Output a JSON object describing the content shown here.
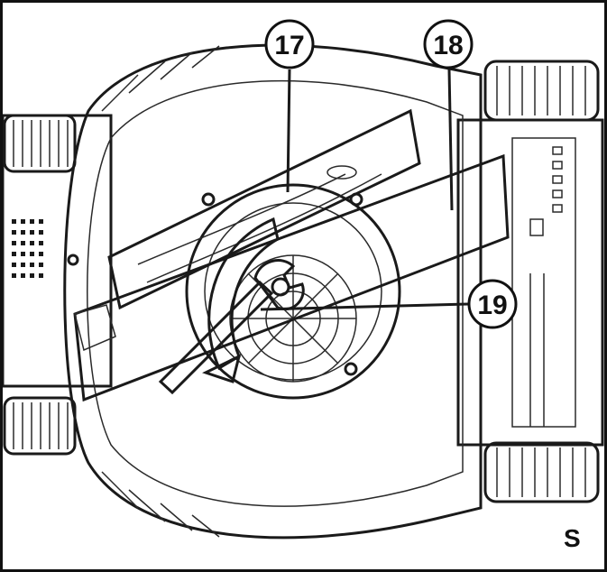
{
  "figure": {
    "panel_label": "S",
    "callouts": [
      {
        "id": "callout-17",
        "number": "17"
      },
      {
        "id": "callout-18",
        "number": "18"
      },
      {
        "id": "callout-19",
        "number": "19"
      }
    ]
  },
  "colors": {
    "line": "#1a1a1a",
    "blade_gray": "#b8b8b8",
    "blade_light": "#d6d6d6",
    "deck_fill": "#ffffff",
    "wheel_fill": "#e8e8e8",
    "background": "#ffffff"
  },
  "icons": {
    "wrench": "wrench-icon",
    "rotation_arrow": "rotation-arrow-icon",
    "wheel": "wheel-icon"
  }
}
